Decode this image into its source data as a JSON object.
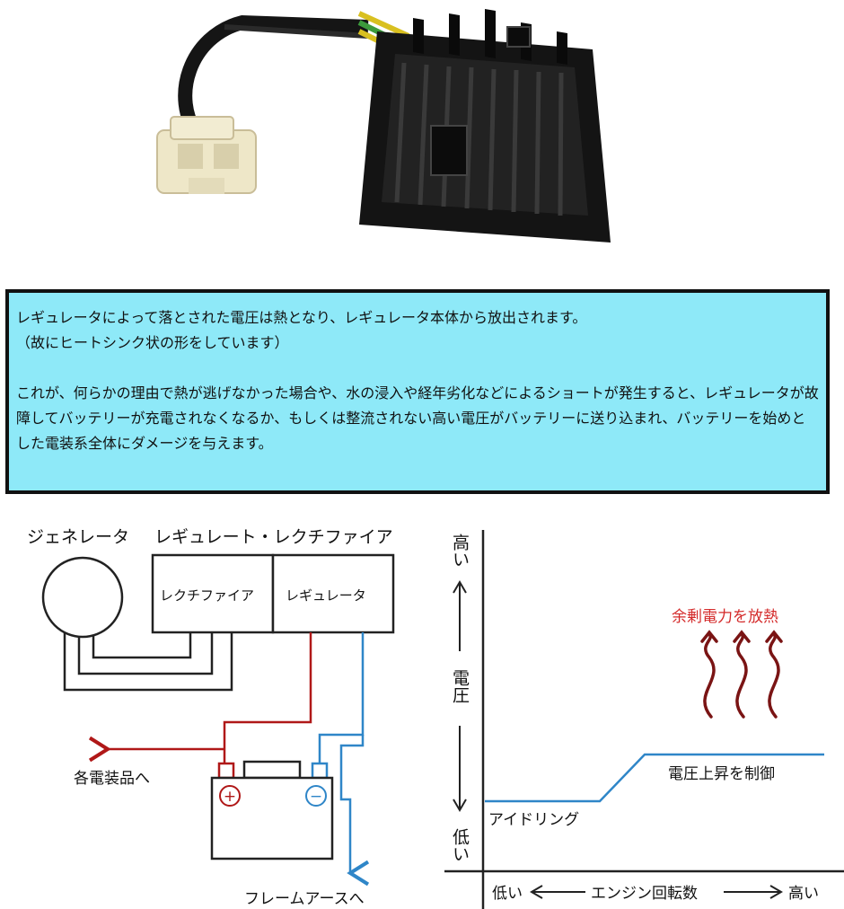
{
  "info": {
    "line1": "レギュレータによって落とされた電圧は熱となり、レギュレータ本体から放出されます。",
    "line2": "（故にヒートシンク状の形をしています）",
    "line3": "これが、何らかの理由で熱が逃げなかった場合や、水の浸入や経年劣化などによるショートが発生すると、レギュレータが故障してバッテリーが充電されなくなるか、もしくは整流されない高い電圧がバッテリーに送り込まれ、バッテリーを始めとした電装系全体にダメージを与えます。"
  },
  "circuit": {
    "generator_label": "ジェネレータ",
    "unit_label": "レギュレート・レクチファイア",
    "rectifier_label": "レクチファイア",
    "regulator_label": "レギュレータ",
    "accessories_label": "各電装品へ",
    "frame_ground_label": "フレームアースへ",
    "plus_symbol": "+",
    "minus_symbol": "−"
  },
  "graph": {
    "y_high": "高い",
    "y_label": "電圧",
    "y_low": "低い",
    "x_low": "低い",
    "x_label": "エンジン回転数",
    "x_high": "高い",
    "idling_label": "アイドリング",
    "control_label": "電圧上昇を制御",
    "heat_label": "余剰電力を放熱"
  },
  "colors": {
    "info_bg": "#8ee9f8",
    "red_wire": "#b01818",
    "blue_wire": "#2f86c8",
    "heat_text": "#d42a2a"
  }
}
